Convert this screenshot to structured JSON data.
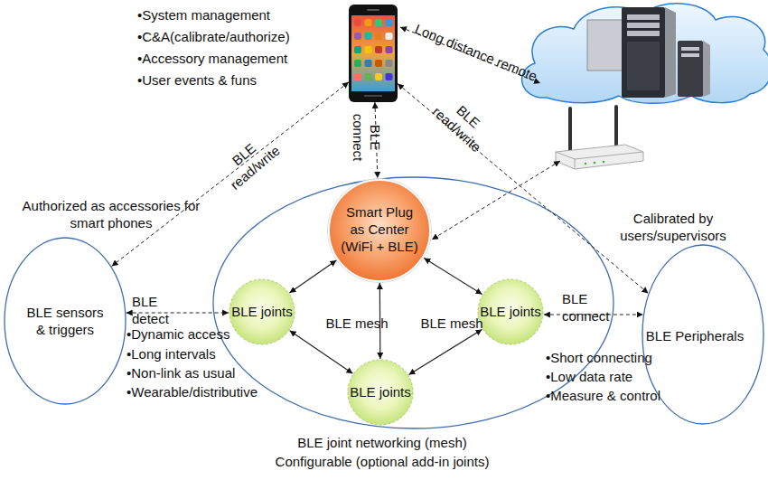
{
  "diagram": {
    "nodes": [
      {
        "text": [
          "•System management",
          "•C&A(calibrate/authorize)",
          "•Accessory management",
          "•User events & funs"
        ]
      },
      {
        "text": [
          "BLE sensors & triggers"
        ]
      },
      {
        "text": [
          "BLE joint networking (mesh)",
          "Configurable (optional add-in joints)"
        ]
      },
      {
        "text": [
          "Smart Plug as Center (WiFi + BLE)"
        ],
        "in": 2
      },
      {
        "text": [
          "BLE joints"
        ],
        "in": 2
      },
      {
        "text": [
          "BLE joints"
        ],
        "in": 2
      },
      {
        "text": [
          "BLE joints"
        ],
        "in": 2
      },
      {
        "text": [
          "BLE Peripherals"
        ]
      }
    ],
    "edges": [
      {
        "from": 0,
        "to": 3,
        "label": "BLE connect",
        "arrow": "both"
      },
      {
        "from": 0,
        "to": 1,
        "label": "BLE read/write",
        "arrow": "both"
      },
      {
        "from": 0,
        "to": 7,
        "label": "BLE read/write",
        "arrow": "both"
      },
      {
        "from": 1,
        "to": 4,
        "label": "BLE detect",
        "arrow": "both"
      },
      {
        "from": 5,
        "to": 7,
        "label": "BLE connect",
        "arrow": "both"
      },
      {
        "from": 3,
        "to": 4,
        "arrow": "both"
      },
      {
        "from": 3,
        "to": 5,
        "arrow": "both"
      },
      {
        "from": 3,
        "to": 6,
        "arrow": "both"
      },
      {
        "from": 4,
        "to": 6,
        "arrow": "both"
      },
      {
        "from": 5,
        "to": 6,
        "arrow": "both"
      }
    ],
    "labels": [
      "Authorized as accessories for smart phones",
      "•Dynamic access",
      "•Long intervals",
      "•Non-link as usual",
      "•Wearable/distributive",
      "Calibrated by users/supervisors",
      "•Short connecting",
      "•Low data rate",
      "•Measure & control",
      "BLE mesh",
      "BLE mesh",
      "Long distance remote"
    ]
  }
}
